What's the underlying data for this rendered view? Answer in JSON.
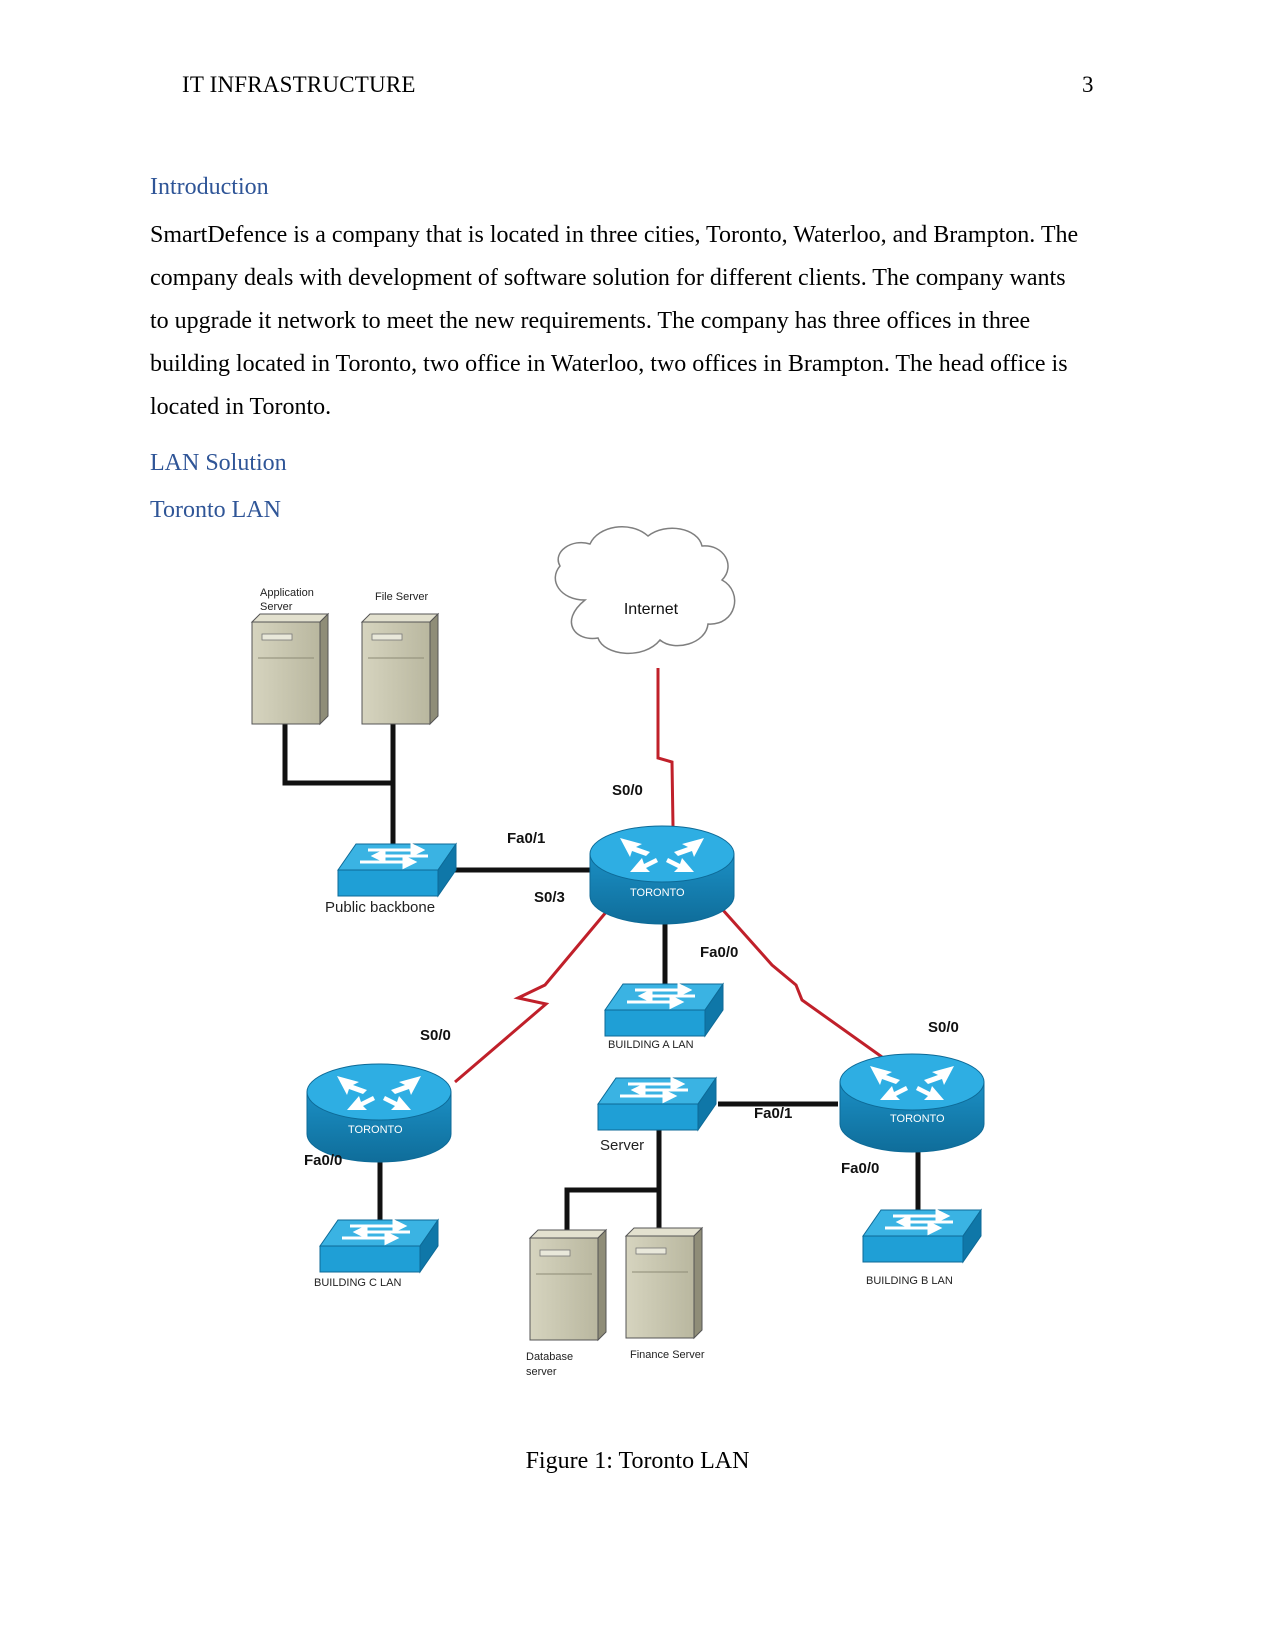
{
  "header": {
    "running_head": "IT INFRASTRUCTURE",
    "page_number": "3"
  },
  "sections": {
    "introduction_heading": "Introduction",
    "introduction_lines": [
      "SmartDefence is a company that is located in three cities, Toronto, Waterloo, and Brampton. The",
      "company deals with development of software solution for different clients. The company wants",
      "to upgrade it network to meet the new requirements. The company has three offices in three",
      "building located in Toronto, two office in Waterloo, two offices in Brampton. The head office is",
      "located in Toronto."
    ],
    "lan_heading": "LAN Solution",
    "toronto_heading": "Toronto LAN"
  },
  "diagram": {
    "internet": "Internet",
    "app_server_line1": "Application",
    "app_server_line2": "Server",
    "file_server": "File Server",
    "public_backbone": "Public backbone",
    "router_label": "TORONTO",
    "building_a": "BUILDING A LAN",
    "building_b": "BUILDING B LAN",
    "building_c": "BUILDING C LAN",
    "server_switch": "Server",
    "db_server_line1": "Database",
    "db_server_line2": "server",
    "finance_server": "Finance Server",
    "ports": {
      "main_s00": "S0/0",
      "main_fa01": "Fa0/1",
      "main_s03": "S0/3",
      "main_fa00": "Fa0/0",
      "left_s00": "S0/0",
      "left_fa00": "Fa0/0",
      "right_s00": "S0/0",
      "right_fa01": "Fa0/1",
      "right_fa00": "Fa0/0"
    }
  },
  "caption": "Figure 1: Toronto LAN",
  "colors": {
    "heading": "#2f5597",
    "device_blue": "#1fa0d6",
    "wan_link": "#c0202a",
    "server": "#c9c7b0"
  }
}
